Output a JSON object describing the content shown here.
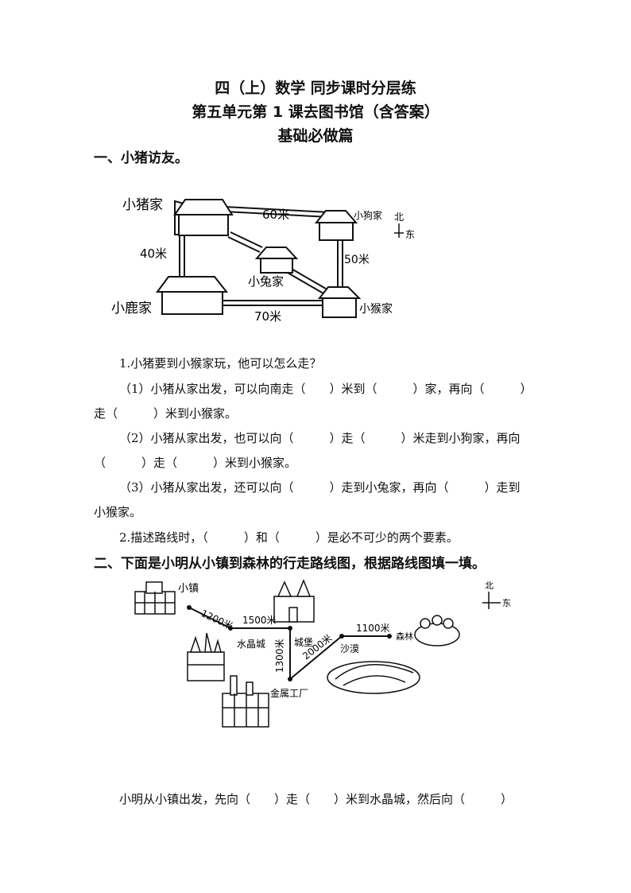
{
  "header": {
    "line1": "四（上）数学  同步课时分层练",
    "line2": "第五单元第 1 课去图书馆（含答案）",
    "line3": "基础必做篇"
  },
  "section1": {
    "heading": "一、小猪访友。",
    "map": {
      "pig_home": "小猪家",
      "dog_home": "小狗家",
      "rabbit_home": "小兔家",
      "deer_home": "小鹿家",
      "monkey_home": "小猴家",
      "dist_top": "60米",
      "dist_left": "40米",
      "dist_right": "50米",
      "dist_bottom": "70米",
      "north": "北",
      "east": "东"
    },
    "q1": "1.小猪要到小猴家玩，他可以怎么走？",
    "q1_1a": "（1）小猪从家出发，可以向南走（　　）米到（　　　）家，再向（　　　）",
    "q1_1b": "走（　　　）米到小猴家。",
    "q1_2a": "（2）小猪从家出发，也可以向（　　　）走（　　　）米走到小狗家，再向",
    "q1_2b": "（　　　）走（　　　）米到小猴家。",
    "q1_3a": "（3）小猪从家出发，还可以向（　　　）走到小兔家，再向（　　　）走到",
    "q1_3b": "小猴家。",
    "q2": "2.描述路线时，（　　　）和（　　　）是必不可少的两个要素。"
  },
  "section2": {
    "heading": "二、下面是小明从小镇到森林的行走路线图，根据路线图填一填。",
    "map": {
      "town": "小镇",
      "crystal_city": "水晶城",
      "castle": "城堡",
      "factory": "金属工厂",
      "desert": "沙漠",
      "forest": "森林",
      "d1": "1200米",
      "d2": "1500米",
      "d3": "1300米",
      "d4": "2000米",
      "d5": "1100米",
      "north": "北",
      "east": "东"
    },
    "q": "小明从小镇出发，先向（　　）走（　　）米到水晶城，然后向（　　　）"
  }
}
